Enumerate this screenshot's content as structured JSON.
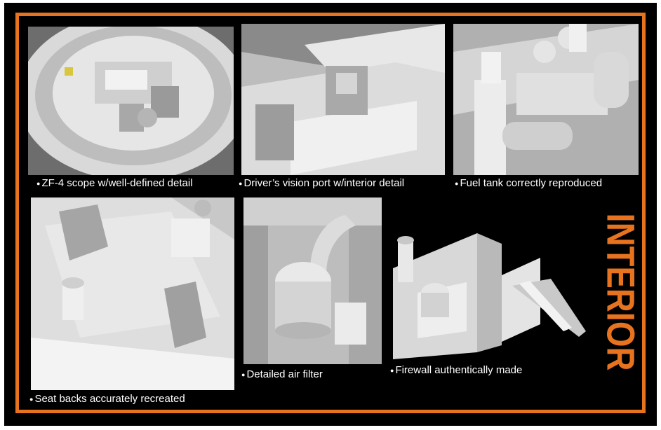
{
  "title": "INTERIOR",
  "colors": {
    "accent": "#e8731f",
    "background": "#000000",
    "caption": "#ffffff"
  },
  "bullet": "●",
  "panels": [
    {
      "caption": "ZF-4 scope w/well-defined detail"
    },
    {
      "caption": "Driver’s vision port w/interior detail"
    },
    {
      "caption": "Fuel tank correctly reproduced"
    },
    {
      "caption": "Seat backs accurately recreated"
    },
    {
      "caption": "Detailed air filter"
    },
    {
      "caption": "Firewall authentically made"
    }
  ]
}
